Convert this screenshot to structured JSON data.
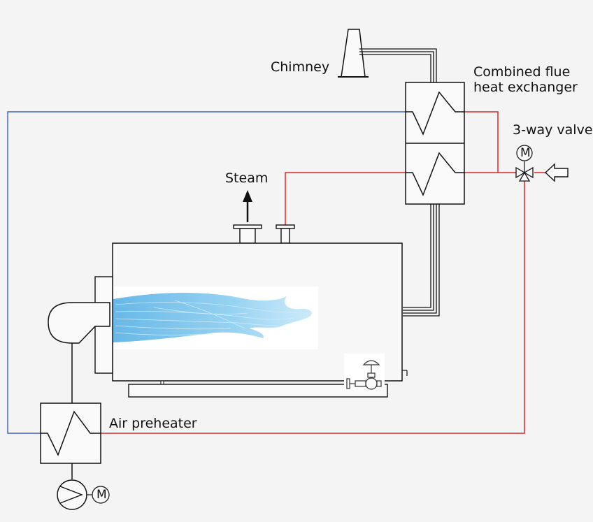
{
  "labels": {
    "chimney": "Chimney",
    "combined_line1": "Combined flue",
    "combined_line2": "heat exchanger",
    "three_way": "3-way valve",
    "steam": "Steam",
    "air_preheater": "Air preheater",
    "motor_symbol": "M"
  },
  "colors": {
    "background": "#f4f4f4",
    "outline": "#111111",
    "water_line": "#d9262b",
    "air_line": "#3a5fc8",
    "flame": "#5fb4e6"
  },
  "icons": {
    "chimney": "chimney-icon",
    "heat_exchanger": "heat-exchanger-icon",
    "valve": "three-way-valve-icon",
    "motor": "motor-icon",
    "pump": "pump-icon",
    "flame": "flame-icon",
    "burner": "burner-icon",
    "feed_valve": "feed-valve-icon",
    "inlet_arrow": "inlet-arrow-icon",
    "steam_arrow": "steam-arrow-icon"
  }
}
